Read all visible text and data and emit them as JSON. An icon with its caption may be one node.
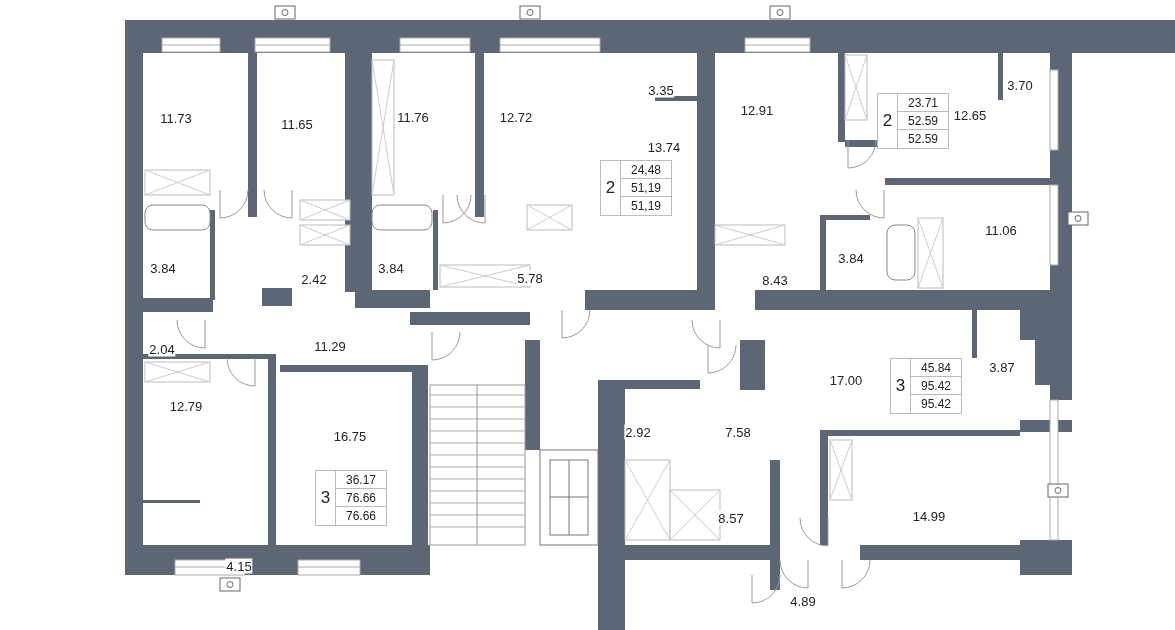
{
  "diagram": {
    "labels": [
      "11.73",
      "11.65",
      "11.76",
      "12.72",
      "3.35",
      "12.91",
      "2",
      "23.71",
      "52.59",
      "52.59",
      "12.65",
      "3.70",
      "13.74",
      "2",
      "24,48",
      "51,19",
      "51,19",
      "11.06",
      "3.84",
      "2.42",
      "3.84",
      "5.78",
      "8.43",
      "3.84",
      "2.04",
      "11.29",
      "17.00",
      "3",
      "45.84",
      "95.42",
      "95.42",
      "3.87",
      "12.79",
      "16.75",
      "3",
      "36.17",
      "76.66",
      "76.66",
      "2.92",
      "7.58",
      "8.57",
      "14.99",
      "4.15",
      "4.89"
    ]
  }
}
